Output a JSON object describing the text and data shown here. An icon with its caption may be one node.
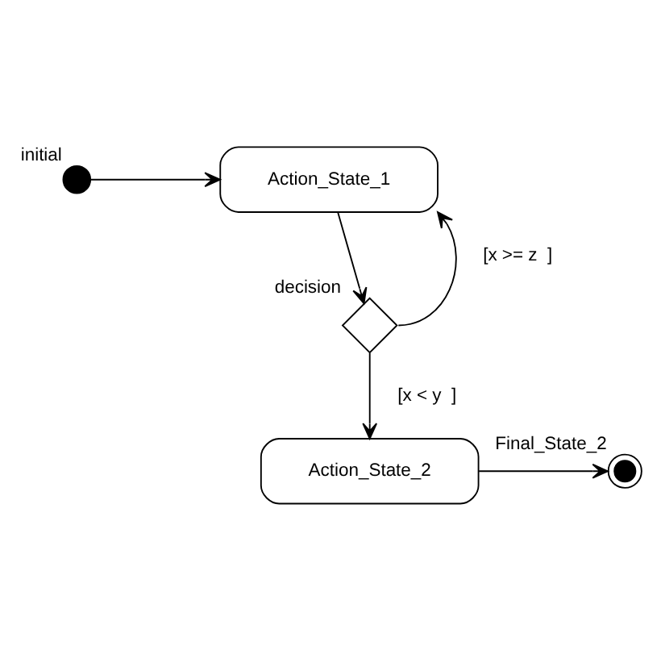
{
  "diagram": {
    "nodes": [
      {
        "text": [],
        "shape": "circle",
        "beside": [
          "initial"
        ]
      },
      {
        "text": [
          "Action_State_1"
        ]
      },
      {
        "text": [],
        "shape": "diamond",
        "beside": [
          "decision"
        ]
      },
      {
        "text": [
          "Action_State_2"
        ]
      },
      {
        "text": [],
        "shape": "bullseye",
        "beside": [
          "Final_State_2"
        ]
      }
    ],
    "edges": [
      {
        "from": 0,
        "to": 1,
        "arrow": "to"
      },
      {
        "from": 1,
        "to": 2,
        "arrow": "to"
      },
      {
        "from": 2,
        "to": 1,
        "arrow": "to",
        "label": "[x >= z  ]"
      },
      {
        "from": 2,
        "to": 3,
        "arrow": "to",
        "label": "[x < y  ]"
      },
      {
        "from": 3,
        "to": 4,
        "arrow": "to"
      }
    ]
  }
}
